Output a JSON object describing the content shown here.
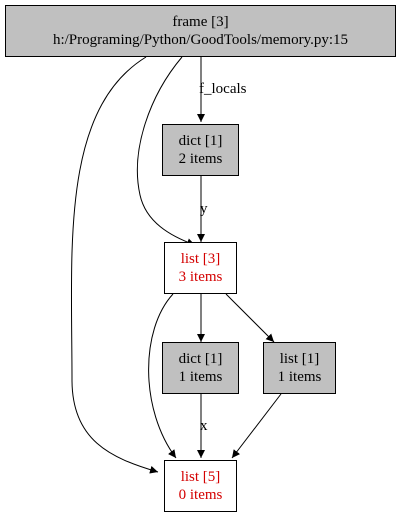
{
  "nodes": {
    "frame": {
      "title": "frame [3]",
      "subtitle": "h:/Programing/Python/GoodTools/memory.py:15",
      "style": "filled"
    },
    "dict_locals": {
      "title": "dict [1]",
      "subtitle": "2 items",
      "style": "filled"
    },
    "list3": {
      "title": "list [3]",
      "subtitle": "3 items",
      "style": "highlight"
    },
    "dict_small": {
      "title": "dict [1]",
      "subtitle": "1 items",
      "style": "filled"
    },
    "list1": {
      "title": "list [1]",
      "subtitle": "1 items",
      "style": "filled"
    },
    "list5": {
      "title": "list [5]",
      "subtitle": "0 items",
      "style": "highlight"
    }
  },
  "edges": [
    {
      "from": "frame",
      "to": "dict_locals",
      "label": "f_locals"
    },
    {
      "from": "frame",
      "to": "list3",
      "label": ""
    },
    {
      "from": "frame",
      "to": "list5",
      "label": ""
    },
    {
      "from": "dict_locals",
      "to": "list3",
      "label": "y"
    },
    {
      "from": "list3",
      "to": "dict_small",
      "label": ""
    },
    {
      "from": "list3",
      "to": "list1",
      "label": ""
    },
    {
      "from": "list3",
      "to": "list5",
      "label": ""
    },
    {
      "from": "dict_small",
      "to": "list5",
      "label": "x"
    },
    {
      "from": "list1",
      "to": "list5",
      "label": ""
    }
  ],
  "colors": {
    "filled": "#c0c0c0",
    "highlight_text": "#d40000",
    "stroke": "#000000"
  }
}
